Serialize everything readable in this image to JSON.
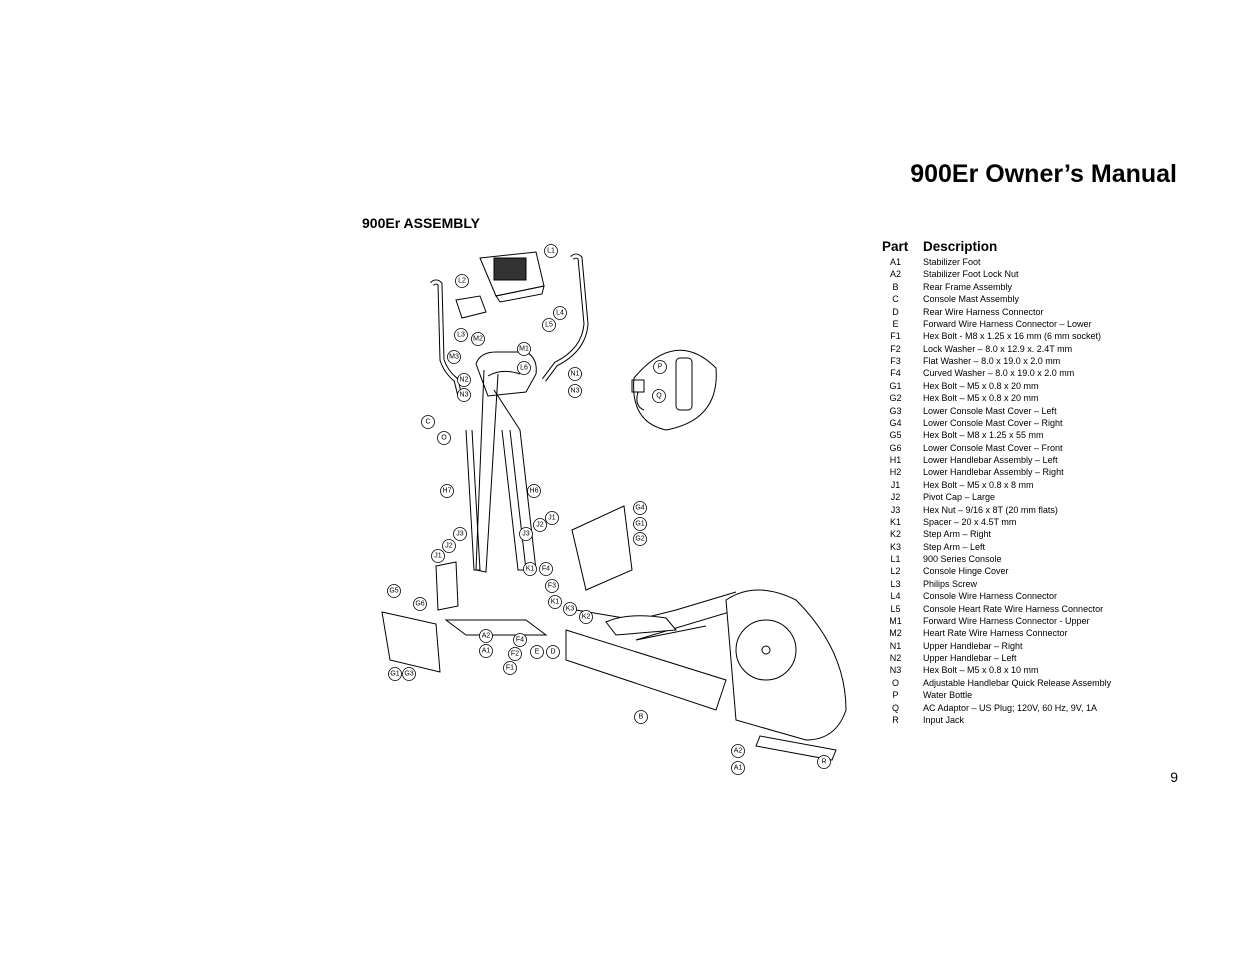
{
  "header": {
    "title": "900Er Owner’s Manual"
  },
  "section": {
    "title": "900Er ASSEMBLY"
  },
  "parts_table": {
    "col_part": "Part",
    "col_description": "Description",
    "rows": [
      {
        "part": "A1",
        "description": "Stabilizer Foot"
      },
      {
        "part": "A2",
        "description": "Stabilizer Foot Lock Nut"
      },
      {
        "part": "B",
        "description": "Rear Frame Assembly"
      },
      {
        "part": "C",
        "description": "Console Mast Assembly"
      },
      {
        "part": "D",
        "description": "Rear Wire Harness Connector"
      },
      {
        "part": "E",
        "description": "Forward Wire Harness Connector – Lower"
      },
      {
        "part": "F1",
        "description": "Hex Bolt - M8 x 1.25 x 16 mm (6 mm socket)"
      },
      {
        "part": "F2",
        "description": "Lock Washer – 8.0 x 12.9 x. 2.4T mm"
      },
      {
        "part": "F3",
        "description": "Flat Washer – 8.0 x 19.0 x 2.0 mm"
      },
      {
        "part": "F4",
        "description": "Curved Washer – 8.0 x 19.0 x 2.0 mm"
      },
      {
        "part": "G1",
        "description": "Hex Bolt – M5 x 0.8 x 20 mm"
      },
      {
        "part": "G2",
        "description": "Hex Bolt – M5 x 0.8 x 20 mm"
      },
      {
        "part": "G3",
        "description": "Lower Console Mast Cover – Left"
      },
      {
        "part": "G4",
        "description": "Lower Console Mast Cover – Right"
      },
      {
        "part": "G5",
        "description": "Hex Bolt – M8 x 1.25 x 55 mm"
      },
      {
        "part": "G6",
        "description": "Lower Console Mast Cover – Front"
      },
      {
        "part": "H1",
        "description": "Lower Handlebar Assembly – Left"
      },
      {
        "part": "H2",
        "description": "Lower Handlebar Assembly – Right"
      },
      {
        "part": "J1",
        "description": "Hex Bolt – M5 x 0.8 x 8 mm"
      },
      {
        "part": "J2",
        "description": "Pivot Cap – Large"
      },
      {
        "part": "J3",
        "description": "Hex Nut – 9/16 x 8T (20 mm flats)"
      },
      {
        "part": "K1",
        "description": "Spacer – 20 x 4.5T mm"
      },
      {
        "part": "K2",
        "description": "Step Arm – Right"
      },
      {
        "part": "K3",
        "description": "Step Arm – Left"
      },
      {
        "part": "L1",
        "description": "900 Series Console"
      },
      {
        "part": "L2",
        "description": "Console Hinge Cover"
      },
      {
        "part": "L3",
        "description": "Philips Screw"
      },
      {
        "part": "L4",
        "description": "Console Wire Harness Connector"
      },
      {
        "part": "L5",
        "description": "Console Heart Rate Wire Harness Connector"
      },
      {
        "part": "M1",
        "description": "Forward Wire Harness Connector - Upper"
      },
      {
        "part": "M2",
        "description": "Heart Rate Wire Harness Connector"
      },
      {
        "part": "N1",
        "description": "Upper Handlebar – Right"
      },
      {
        "part": "N2",
        "description": "Upper Handlebar – Left"
      },
      {
        "part": "N3",
        "description": "Hex Bolt – M5 x 0.8 x 10 mm"
      },
      {
        "part": "O",
        "description": "Adjustable Handlebar Quick Release Assembly"
      },
      {
        "part": "P",
        "description": "Water Bottle"
      },
      {
        "part": "Q",
        "description": "AC Adaptor – US Plug; 120V, 60 Hz, 9V, 1A"
      },
      {
        "part": "R",
        "description": "Input Jack"
      }
    ]
  },
  "diagram": {
    "callouts": [
      "L1",
      "L2",
      "L3",
      "M2",
      "M3",
      "M1",
      "L6",
      "L4",
      "L5",
      "N2",
      "N3",
      "N1",
      "N3",
      "C",
      "O",
      "P",
      "Q",
      "H7",
      "H6",
      "J3",
      "J2",
      "J1",
      "J3",
      "J2",
      "J1",
      "G4",
      "G1",
      "G2",
      "K1",
      "F4",
      "F3",
      "K1",
      "K3",
      "K2",
      "G5",
      "G6",
      "A2",
      "A1",
      "F4",
      "F2",
      "F1",
      "E",
      "D",
      "G1",
      "G3",
      "B",
      "A2",
      "A1",
      "R"
    ]
  },
  "footer": {
    "page_number": "9"
  }
}
